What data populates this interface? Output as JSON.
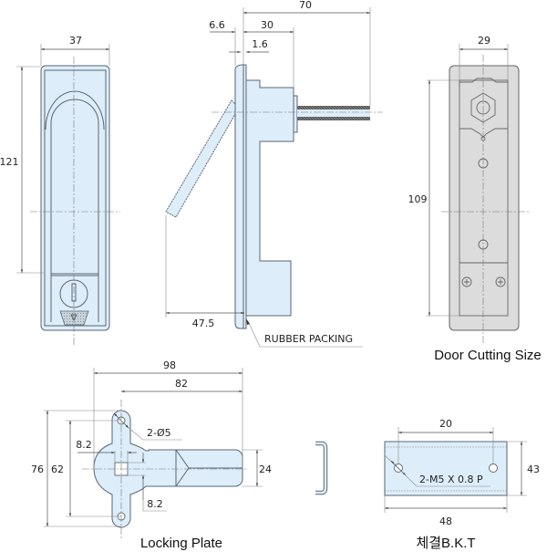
{
  "drawing": {
    "front_view": {
      "width_label": "37",
      "height_label": "121"
    },
    "side_view": {
      "overall_depth_label": "70",
      "flange_label": "6.6",
      "body_depth_label": "30",
      "packing_label": "1.6",
      "handle_swing_label": "47.5",
      "rubber_packing_note": "RUBBER PACKING"
    },
    "door_cutting": {
      "width_label": "29",
      "height_label": "109",
      "caption": "Door Cutting Size"
    },
    "locking_plate": {
      "overall_length_label": "98",
      "arm_length_label": "82",
      "hole_note": "2-Ø5",
      "square_top_label": "8.2",
      "square_side_label": "8.2",
      "overall_height_label": "76",
      "hole_pitch_label": "62",
      "arm_width_label": "24",
      "caption": "Locking Plate"
    },
    "bracket": {
      "hole_pitch_label": "20",
      "thread_note": "2-M5 X 0.8 P",
      "height_label": "43",
      "width_label": "48",
      "caption": "체결B.K.T"
    }
  }
}
